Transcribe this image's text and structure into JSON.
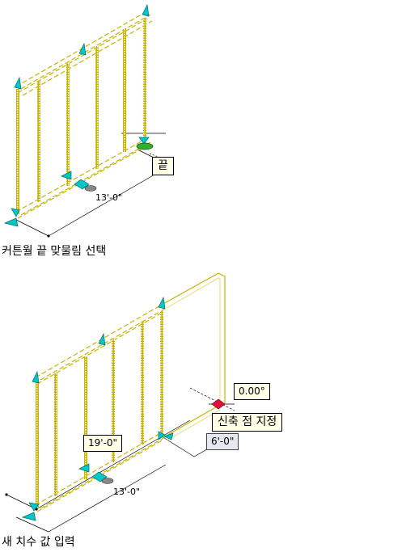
{
  "top": {
    "tooltip_end": "끝",
    "dim_length": "13'-0\"",
    "caption": "커튼월 끝 맞물림 선택"
  },
  "bottom": {
    "angle_input": "0.00°",
    "tooltip_baseline": "신축 점 지정",
    "dim_total": "19'-0\"",
    "dim_delta": "6'-0\"",
    "dim_length": "13'-0\"",
    "caption": "새 치수 값 입력"
  },
  "colors": {
    "frame": "#c8b400",
    "frame_light": "#e8dc7a",
    "grip": "#00c8c8",
    "grip_active": "#e0103a",
    "end_grip": "#30b030"
  }
}
